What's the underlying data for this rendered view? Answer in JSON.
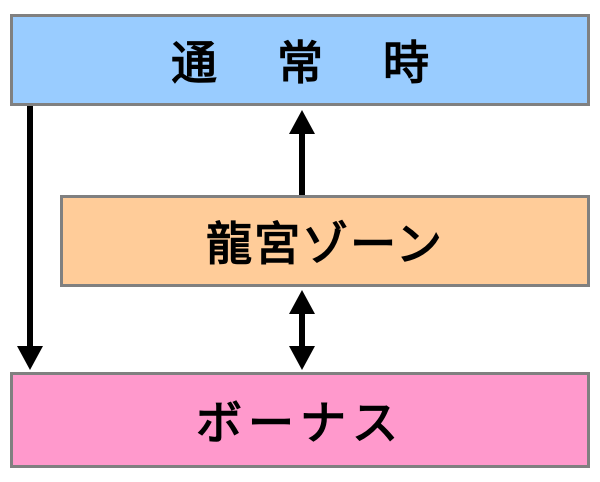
{
  "nodes": {
    "normal": {
      "label": "通 常 時",
      "color": "#99ccff"
    },
    "ryugu": {
      "label": "龍宮ゾーン",
      "color": "#ffcc99"
    },
    "bonus": {
      "label": "ボーナス",
      "color": "#ff99cc"
    }
  },
  "edges": [
    {
      "from": "normal",
      "to": "bonus",
      "direction": "one-way"
    },
    {
      "from": "ryugu",
      "to": "normal",
      "direction": "one-way"
    },
    {
      "from": "ryugu",
      "to": "bonus",
      "direction": "two-way"
    }
  ],
  "colors": {
    "border": "#808080",
    "arrow": "#000000",
    "text": "#000000"
  }
}
